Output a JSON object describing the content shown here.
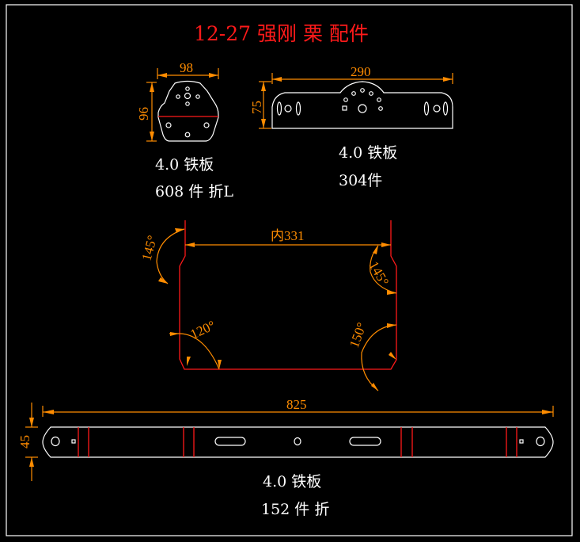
{
  "title": "12-27 强刚 栗 配件",
  "colors": {
    "background": "#000000",
    "outline": "#ffffff",
    "dimension": "#ff8c00",
    "bend_line": "#ff1a1a"
  },
  "part1": {
    "width_dim": "98",
    "height_dim": "96",
    "material": "4.0 铁板",
    "qty": "608 件 折L"
  },
  "part2": {
    "width_dim": "290",
    "height_dim": "75",
    "material": "4.0 铁板",
    "qty": "304件"
  },
  "frame": {
    "inner_dim": "内331",
    "angle_top_left": "145°",
    "angle_top_right": "145°",
    "angle_bottom_left": "120°",
    "angle_bottom_right": "150°"
  },
  "part3": {
    "width_dim": "825",
    "height_dim": "45",
    "material": "4.0 铁板",
    "qty": "152 件 折"
  }
}
